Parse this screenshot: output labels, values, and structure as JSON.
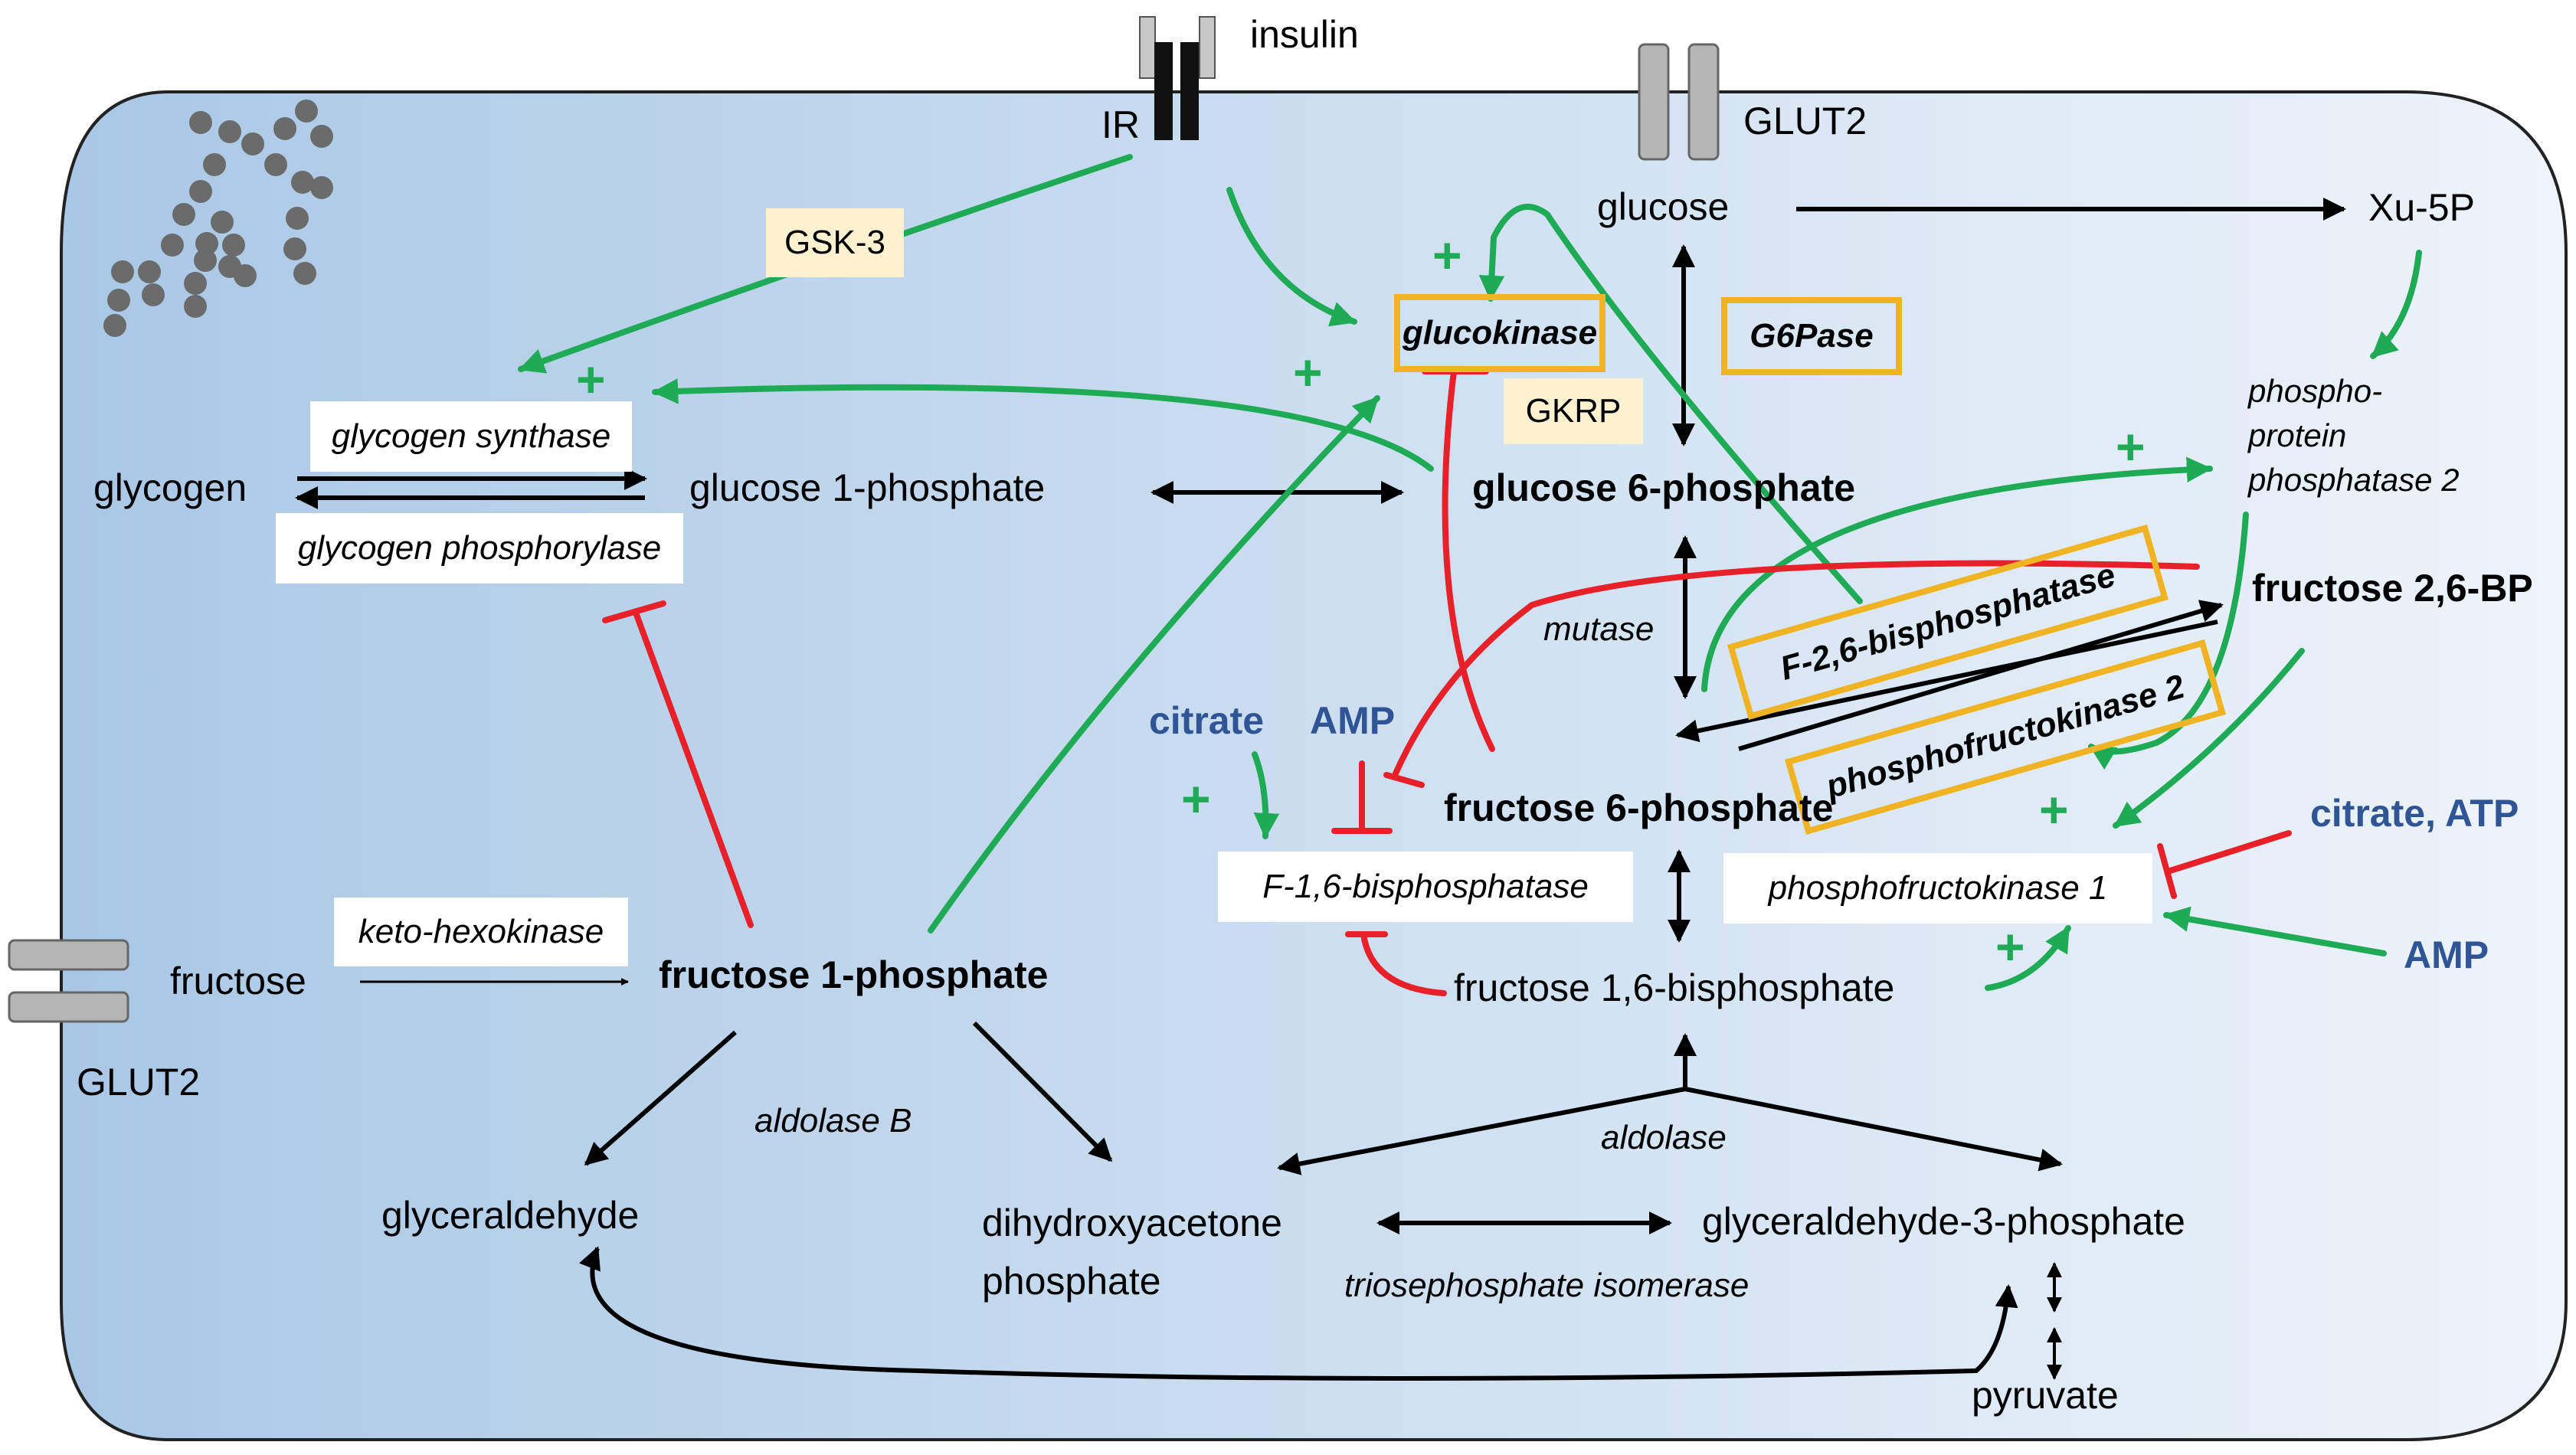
{
  "colors": {
    "cell_fill_left": "#a9c8e6",
    "cell_fill_right": "#eef4fa",
    "activation": "#1faa55",
    "inhibition": "#e8202a",
    "enzyme_box_border": "#f0b323",
    "regulator_box_fill": "#fdf1cf",
    "effector_text": "#2f5597",
    "glycogen_granules": "#6b6b6b",
    "transporter": "#b5b5b5"
  },
  "icons": {
    "insulin_receptor": "receptor-icon",
    "glut2_top": "transporter-icon",
    "glut2_left": "transporter-icon",
    "glycogen": "granules-icon"
  },
  "membrane": {
    "insulin": "insulin",
    "ir": "IR",
    "glut2_top": "GLUT2",
    "glut2_left": "GLUT2"
  },
  "metabolites": {
    "glycogen": "glycogen",
    "glucose_1_phosphate": "glucose 1-phosphate",
    "glucose": "glucose",
    "xu5p": "Xu-5P",
    "glucose_6_phosphate": "glucose 6-phosphate",
    "fructose_2_6_bp": "fructose 2,6-BP",
    "fructose_6_phosphate": "fructose 6-phosphate",
    "fructose": "fructose",
    "fructose_1_phosphate": "fructose 1-phosphate",
    "fructose_1_6_bisphosphate": "fructose 1,6-bisphosphate",
    "glyceraldehyde": "glyceraldehyde",
    "dihydroxyacetone_phosphate_line1": "dihydroxyacetone",
    "dihydroxyacetone_phosphate_line2": "phosphate",
    "glyceraldehyde_3_phosphate": "glyceraldehyde-3-phosphate",
    "pyruvate": "pyruvate"
  },
  "enzymes": {
    "glycogen_synthase": "glycogen synthase",
    "glycogen_phosphorylase": "glycogen phosphorylase",
    "glucokinase": "glucokinase",
    "g6pase": "G6Pase",
    "pp2_line1": "phospho-",
    "pp2_line2": "protein",
    "pp2_line3": "phosphatase 2",
    "f26_bisphosphatase": "F-2,6-bisphosphatase",
    "phosphofructokinase_2": "phosphofructokinase 2",
    "mutase": "mutase",
    "f16_bisphosphatase": "F-1,6-bisphosphatase",
    "phosphofructokinase_1": "phosphofructokinase 1",
    "keto_hexokinase": "keto-hexokinase",
    "aldolase_b": "aldolase B",
    "aldolase": "aldolase",
    "triosephosphate_isomerase": "triosephosphate isomerase"
  },
  "regulators": {
    "gsk3": "GSK-3",
    "gkrp": "GKRP"
  },
  "effectors": {
    "citrate": "citrate",
    "amp_top": "AMP",
    "citrate_atp": "citrate, ATP",
    "amp_right": "AMP"
  },
  "signs": {
    "plus": "+"
  }
}
